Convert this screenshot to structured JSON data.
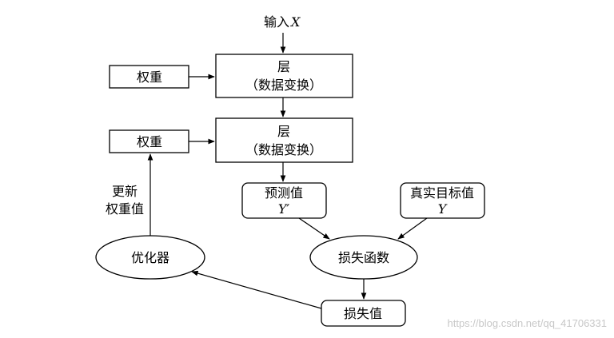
{
  "diagram": {
    "input": {
      "prefix": "输入",
      "var": "X"
    },
    "layer1": {
      "line1": "层",
      "line2": "（数据变换）"
    },
    "layer2": {
      "line1": "层",
      "line2": "（数据变换）"
    },
    "weights1": "权重",
    "weights2": "权重",
    "update": {
      "line1": "更新",
      "line2": "权重值"
    },
    "prediction": {
      "line1": "预测值",
      "var": "Y′"
    },
    "target": {
      "line1": "真实目标值",
      "var": "Y"
    },
    "optimizer": "优化器",
    "loss_function": "损失函数",
    "loss_value": "损失值"
  },
  "watermark": "https://blog.csdn.net/qq_41706331",
  "colors": {
    "line": "#000000",
    "background": "#ffffff",
    "watermark": "#c8c8c8"
  }
}
